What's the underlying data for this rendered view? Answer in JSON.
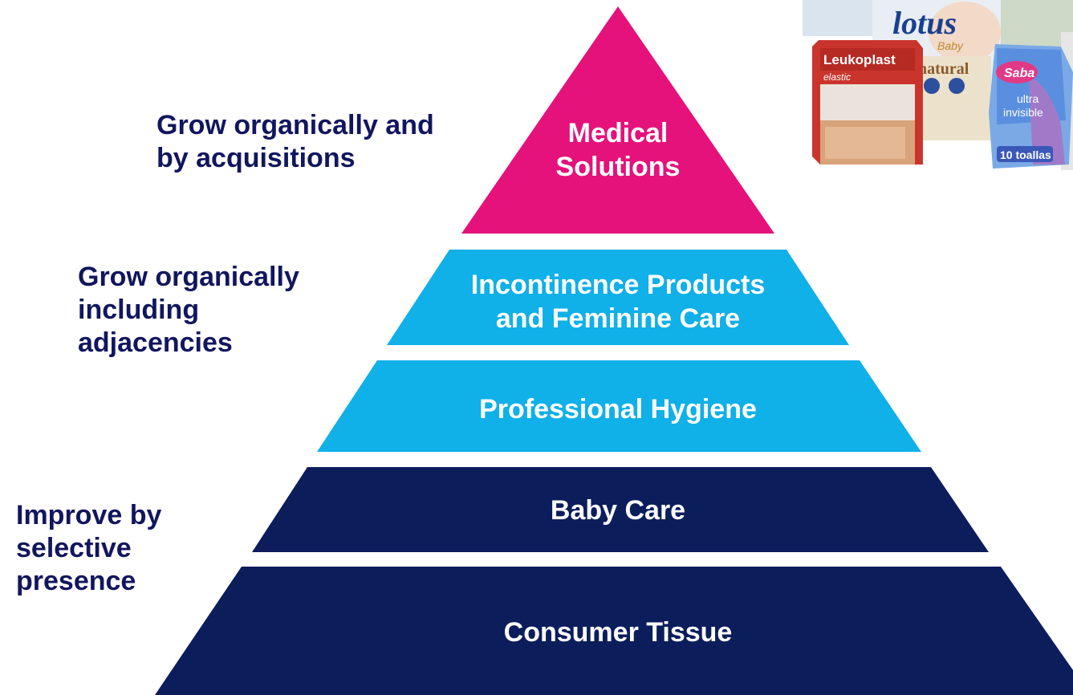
{
  "colors": {
    "medical": "#e4127a",
    "light_tier": "#10b0e8",
    "dark_tier": "#0c1d5c",
    "strategy_text": "#12165e"
  },
  "tiers": [
    {
      "label": "Medical\nSolutions"
    },
    {
      "label": "Incontinence Products\nand Feminine Care"
    },
    {
      "label": "Professional Hygiene"
    },
    {
      "label": "Baby Care"
    },
    {
      "label": "Consumer Tissue"
    }
  ],
  "strategies": [
    {
      "text": "Grow organically and\nby acquisitions"
    },
    {
      "text": "Grow organically\nincluding\nadjacencies"
    },
    {
      "text": "Improve by\nselective\npresence"
    }
  ],
  "product_image": {
    "icon": "product-packages-photo",
    "brands": [
      "lotus",
      "Baby",
      "Leukoplast",
      "elastic",
      "natural",
      "Saba",
      "ultra",
      "invisible",
      "10 toallas"
    ]
  }
}
